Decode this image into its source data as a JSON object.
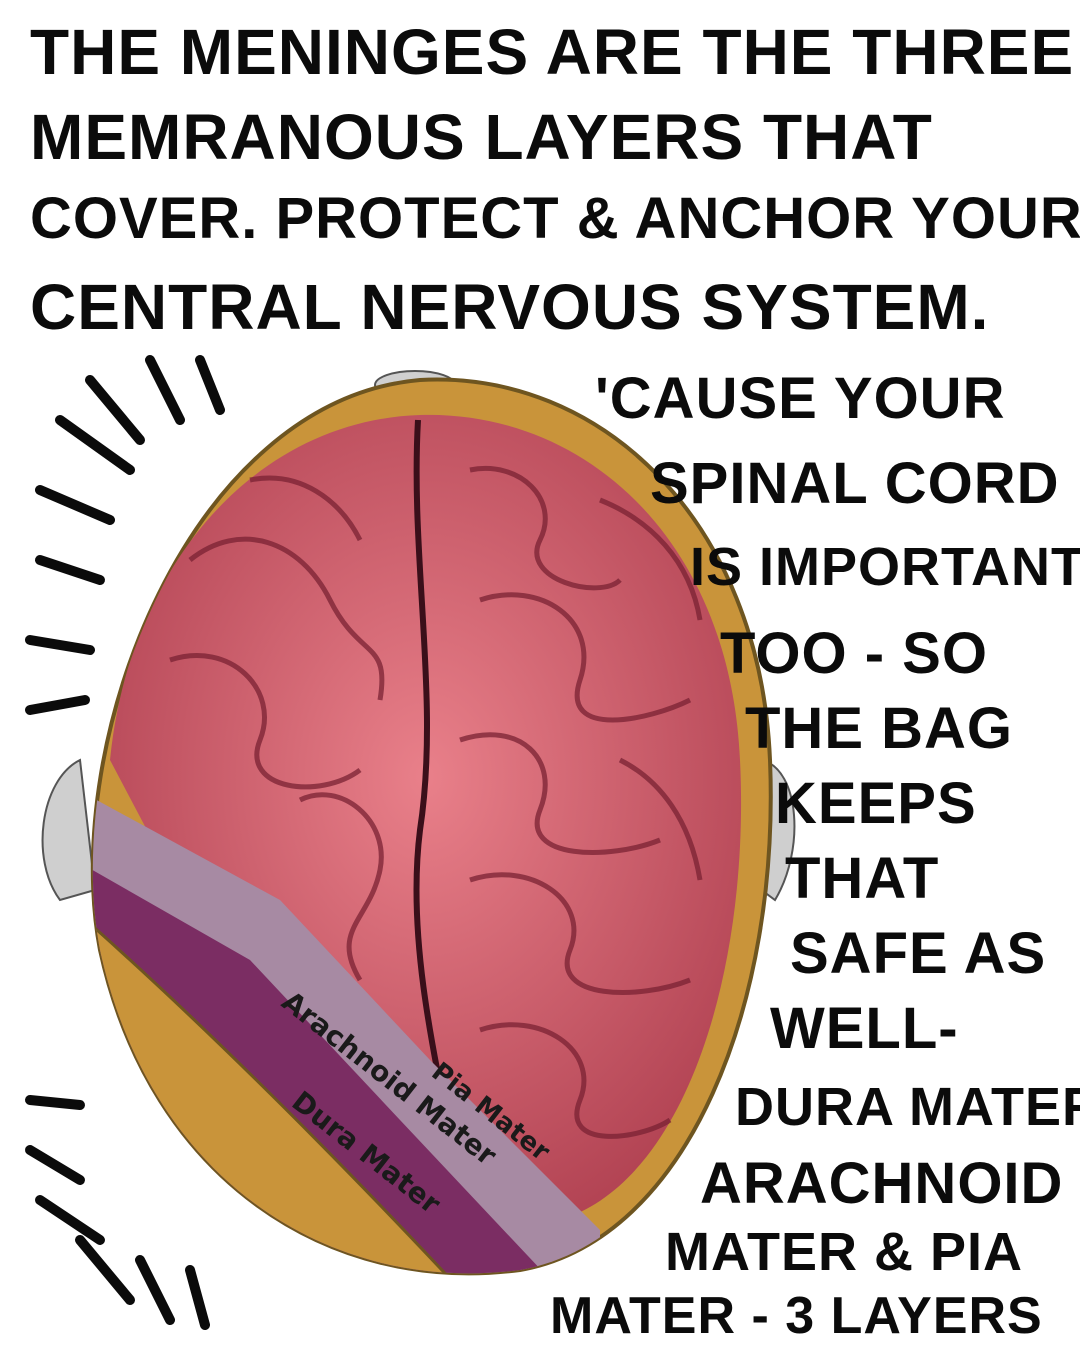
{
  "heading": {
    "lines": [
      "The meninges are the three",
      "memranous layers that",
      "cover. protect & anchor your",
      "central nervous system."
    ]
  },
  "side_note": {
    "lines": [
      "'cause your",
      "spinal cord",
      "is important",
      "too - so",
      "the bag",
      "keeps",
      "that",
      "safe as",
      "well-",
      "dura mater",
      "arachnoid",
      "mater & pia",
      "mater - 3 layers"
    ]
  },
  "illustration_labels": {
    "pia": "Pia Mater",
    "arachnoid": "Arachnoid Mater",
    "dura": "Dura Mater"
  },
  "colors": {
    "brain": "#d4626e",
    "brain_dark": "#8e2f3e",
    "skull": "#c9943a",
    "dura": "#7b2d63",
    "arachnoid": "#a78aa3",
    "ink": "#0b0b0b"
  }
}
